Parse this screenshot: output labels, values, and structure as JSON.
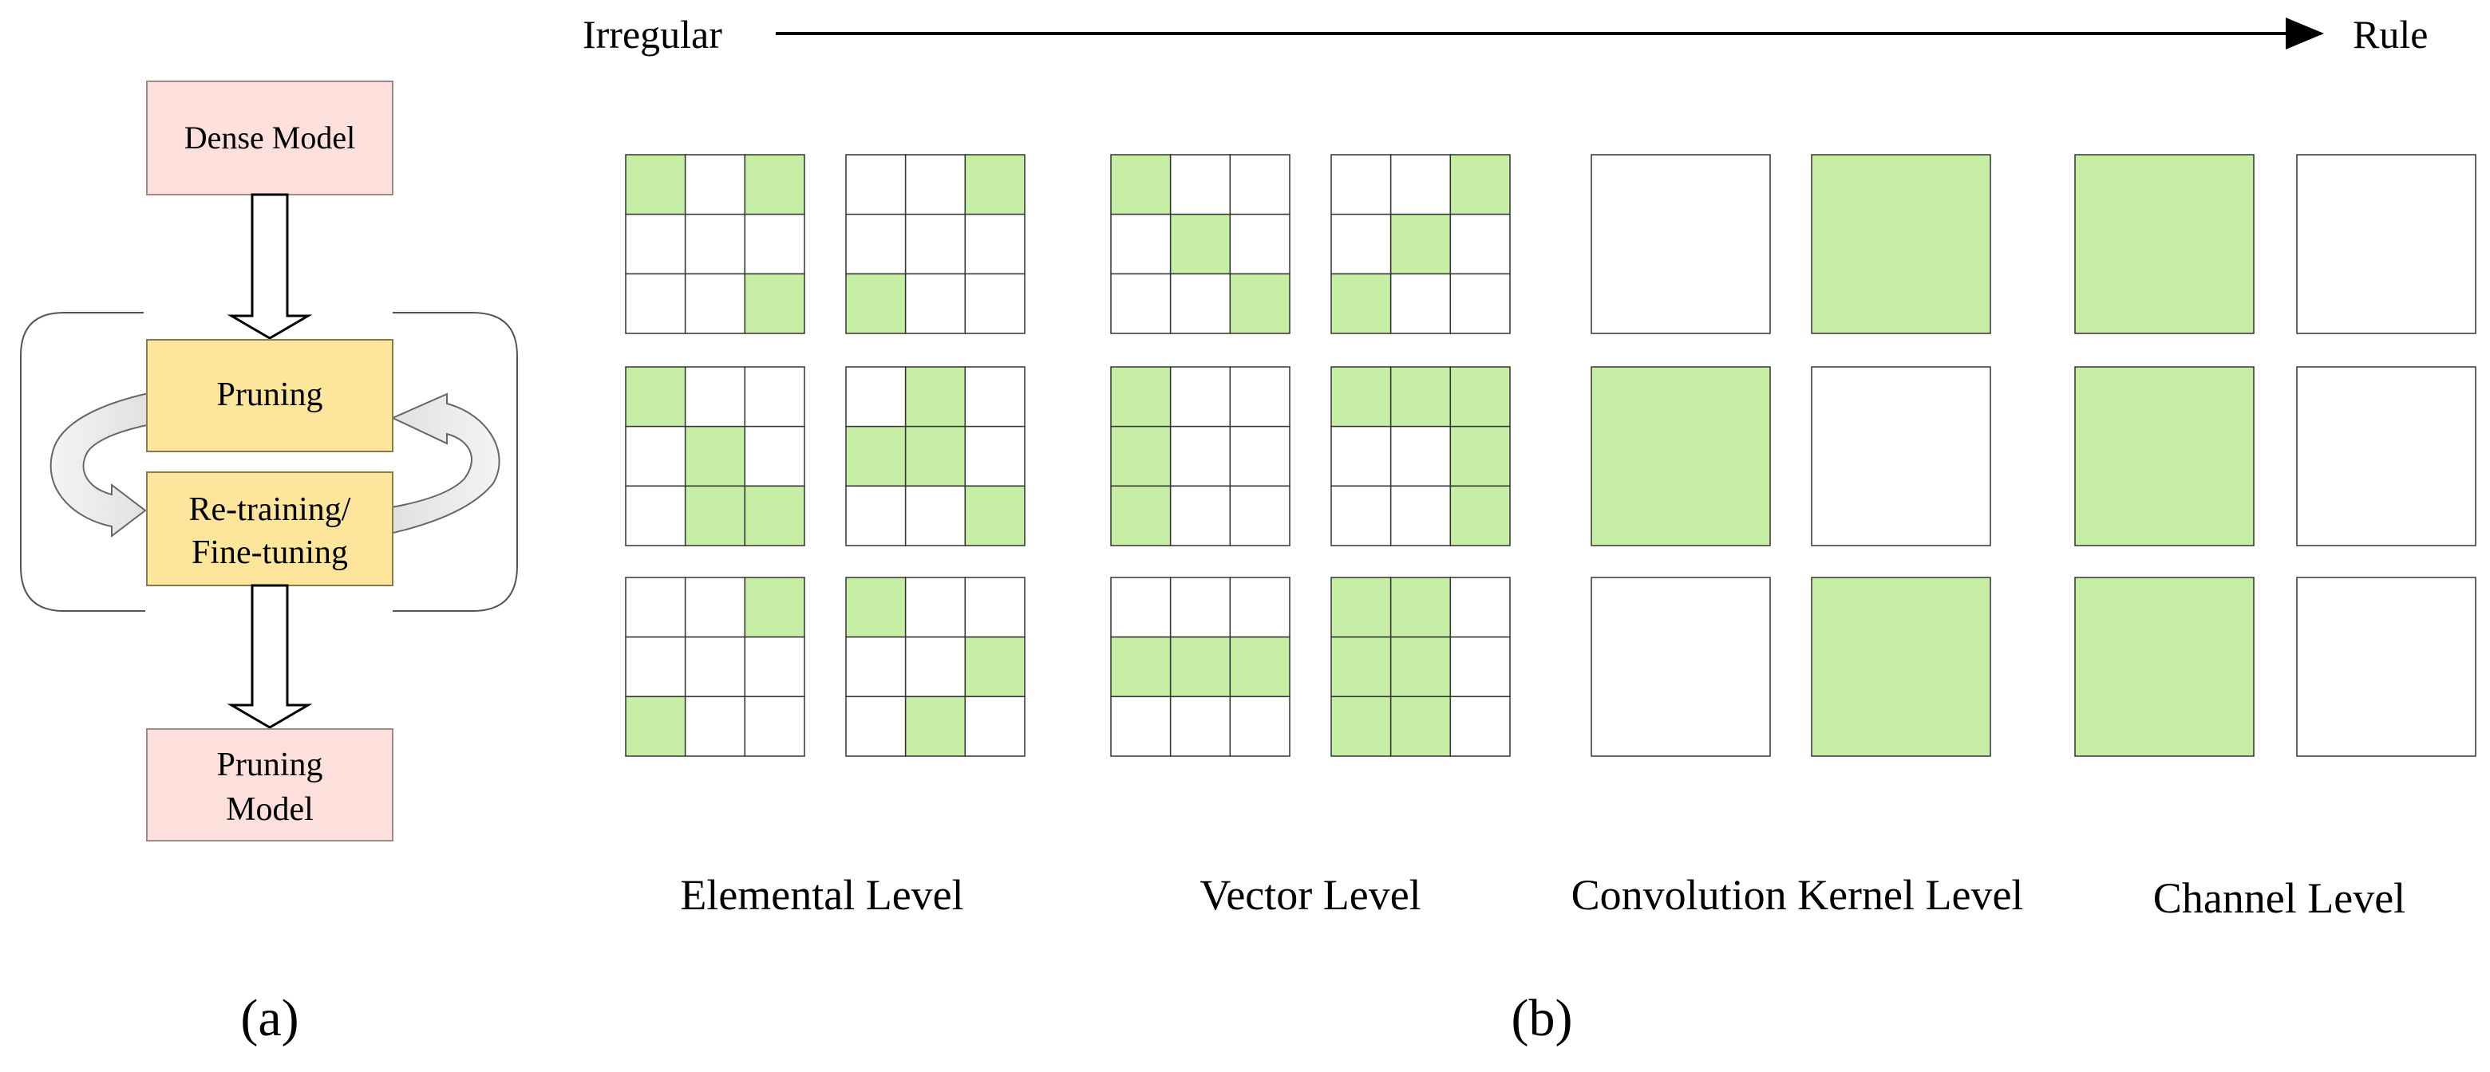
{
  "panel_a": {
    "dense_model": "Dense Model",
    "pruning": "Pruning",
    "retraining_line1": "Re-training/",
    "retraining_line2": "Fine-tuning",
    "pruned_line1": "Pruning",
    "pruned_line2": "Model",
    "caption": "(a)"
  },
  "panel_b": {
    "arrow_left_label": "Irregular",
    "arrow_right_label": "Rule",
    "caption": "(b)",
    "levels": [
      {
        "name": "Elemental Level",
        "grids": [
          [
            [
              1,
              0,
              1
            ],
            [
              0,
              0,
              0
            ],
            [
              0,
              0,
              1
            ]
          ],
          [
            [
              0,
              0,
              1
            ],
            [
              0,
              0,
              0
            ],
            [
              1,
              0,
              0
            ]
          ],
          [
            [
              1,
              0,
              0
            ],
            [
              0,
              1,
              0
            ],
            [
              0,
              1,
              1
            ]
          ],
          [
            [
              0,
              1,
              0
            ],
            [
              1,
              1,
              0
            ],
            [
              0,
              0,
              1
            ]
          ],
          [
            [
              0,
              0,
              1
            ],
            [
              0,
              0,
              0
            ],
            [
              1,
              0,
              0
            ]
          ],
          [
            [
              1,
              0,
              0
            ],
            [
              0,
              0,
              1
            ],
            [
              0,
              1,
              0
            ]
          ]
        ]
      },
      {
        "name": "Vector Level",
        "grids": [
          [
            [
              1,
              0,
              0
            ],
            [
              0,
              1,
              0
            ],
            [
              0,
              0,
              1
            ]
          ],
          [
            [
              0,
              0,
              1
            ],
            [
              0,
              1,
              0
            ],
            [
              1,
              0,
              0
            ]
          ],
          [
            [
              1,
              0,
              0
            ],
            [
              1,
              0,
              0
            ],
            [
              1,
              0,
              0
            ]
          ],
          [
            [
              1,
              1,
              1
            ],
            [
              0,
              0,
              1
            ],
            [
              0,
              0,
              1
            ]
          ],
          [
            [
              0,
              0,
              0
            ],
            [
              1,
              1,
              1
            ],
            [
              0,
              0,
              0
            ]
          ],
          [
            [
              1,
              1,
              0
            ],
            [
              1,
              1,
              0
            ],
            [
              1,
              1,
              0
            ]
          ]
        ]
      },
      {
        "name": "Convolution Kernel Level",
        "kernels": [
          0,
          1,
          1,
          0,
          0,
          1
        ]
      },
      {
        "name": "Channel Level",
        "kernels": [
          1,
          0,
          1,
          0,
          1,
          0
        ]
      }
    ]
  },
  "colors": {
    "green": "#c6eea4",
    "pink_box": "#fde0dc",
    "yellow_box": "#fde69c",
    "loop_gray": "#dcdcdc"
  }
}
